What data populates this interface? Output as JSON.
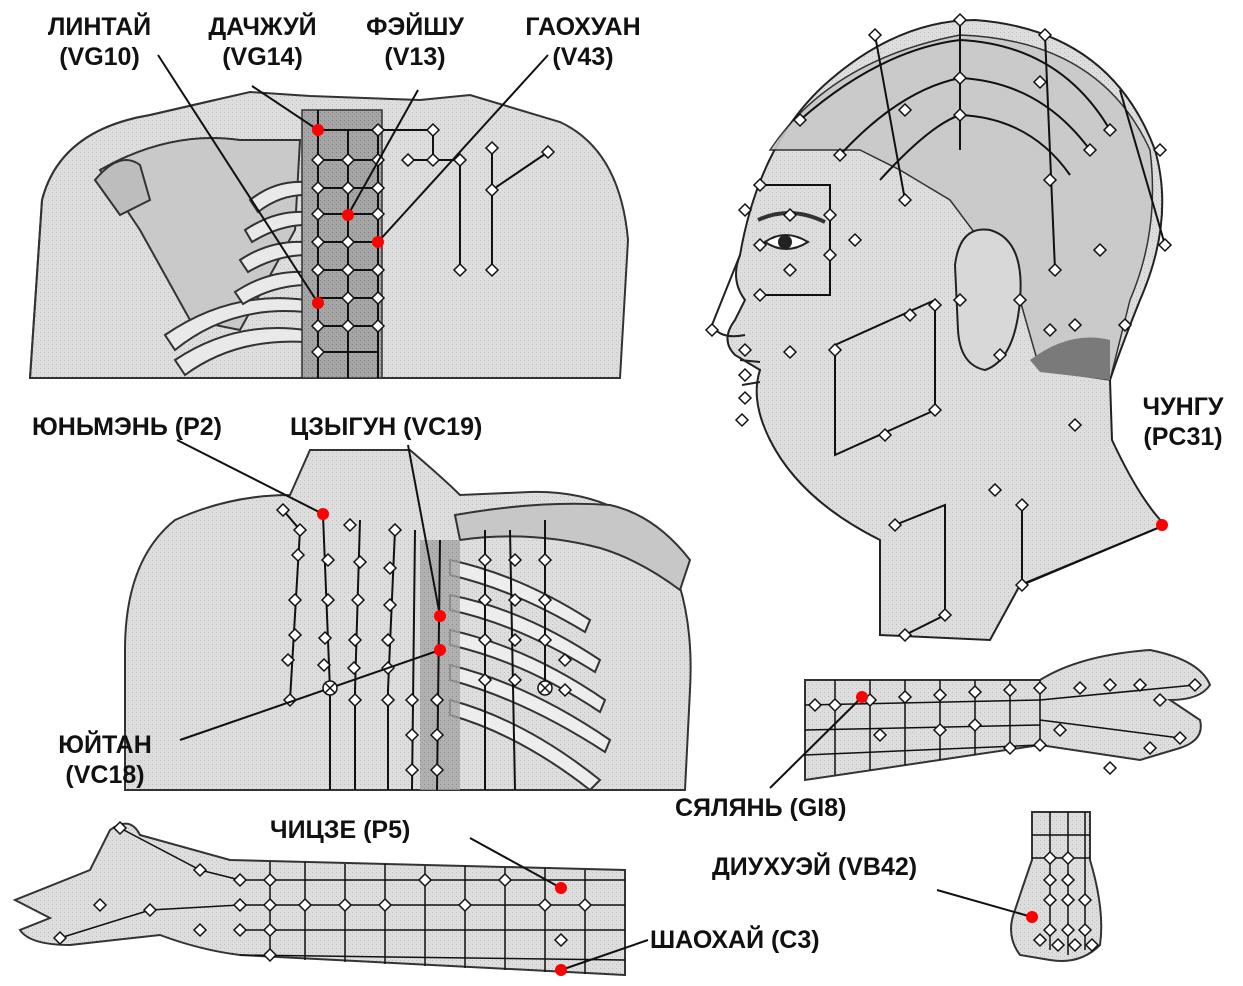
{
  "labels": {
    "lintai": {
      "name": "ЛИНТАЙ",
      "code": "(VG10)"
    },
    "dachzhui": {
      "name": "ДАЧЖУЙ",
      "code": "(VG14)"
    },
    "feishu": {
      "name": "ФЭЙШУ",
      "code": "(V13)"
    },
    "gaohuan": {
      "name": "ГАОХУАН",
      "code": "(V43)"
    },
    "chungu": {
      "name": "ЧУНГУ",
      "code": "(PC31)"
    },
    "yunmen": {
      "text": "ЮНЬМЭНЬ (P2)"
    },
    "czygun": {
      "text": "ЦЗЫГУН (VC19)"
    },
    "yuitan": {
      "name": "ЮЙТАН",
      "code": "(VC18)"
    },
    "syalyan": {
      "text": "СЯЛЯНЬ (GI8)"
    },
    "chicze": {
      "text": "ЧИЦЗЕ (P5)"
    },
    "diuhuei": {
      "text": "ДИУХУЭЙ (VB42)"
    },
    "shaohai": {
      "text": "ШАОХАЙ (C3)"
    }
  },
  "colors": {
    "highlight_point": "#ff0000",
    "point": "#ffffff",
    "line": "#111111",
    "skin": "#e6e6e6",
    "skin_shade": "#b5b5b5",
    "bone": "#d2d2d2",
    "spine_band": "#8f8f8f"
  }
}
